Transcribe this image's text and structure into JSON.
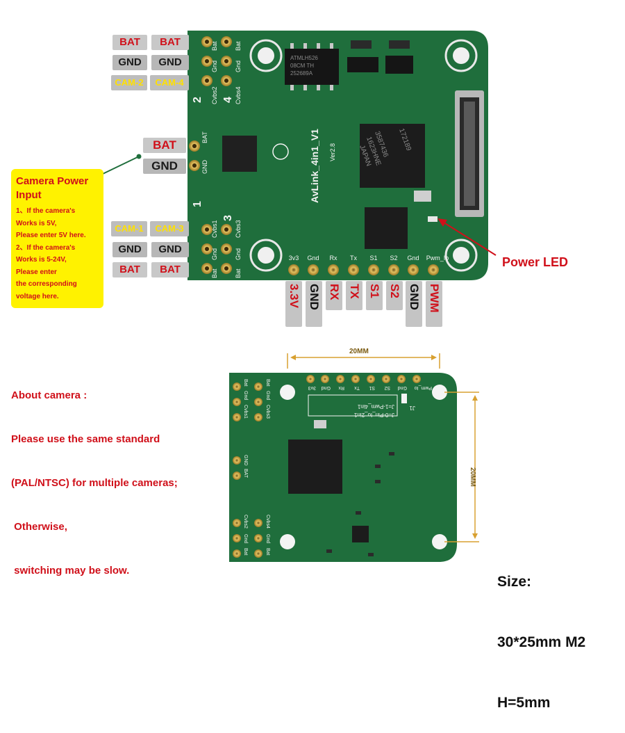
{
  "top_board": {
    "silk_chip_text": [
      "ATMLH526",
      "08CM TH",
      "252689A"
    ],
    "board_title": "AvLink_4in1_V1",
    "board_version": "Ver2.8",
    "mcu_text": [
      "3587436",
      "1623HNE",
      "JAPAN",
      "172189"
    ],
    "pad_labels_bottom": [
      "3v3",
      "Gnd",
      "Rx",
      "Tx",
      "S1",
      "S2",
      "Gnd",
      "Pwm_Io"
    ],
    "pad_labels_left_top": [
      "Cvbs2",
      "Gnd",
      "Bat",
      "Cvbs4",
      "Gnd",
      "Bat"
    ],
    "pad_labels_left_bottom": [
      "Cvbs1",
      "Gnd",
      "Bat",
      "Cvbs3",
      "Gnd",
      "Bat"
    ],
    "pad_numbers": [
      "2",
      "4",
      "1",
      "3"
    ]
  },
  "left_top_tags": {
    "bat_1": "BAT",
    "bat_2": "BAT",
    "gnd_1": "GND",
    "gnd_2": "GND",
    "cam_a": "CAM-2",
    "cam_b": "CAM-4"
  },
  "left_mid_tags": {
    "bat": "BAT",
    "gnd": "GND"
  },
  "left_bottom_tags": {
    "cam_a": "CAM-1",
    "cam_b": "CAM-3",
    "gnd_1": "GND",
    "gnd_2": "GND",
    "bat_1": "BAT",
    "bat_2": "BAT"
  },
  "bottom_tags": [
    "3.3V",
    "GND",
    "RX",
    "TX",
    "S1",
    "S2",
    "GND",
    "PWM"
  ],
  "callout": {
    "title": "Camera Power Input",
    "lines": [
      "1、If the camera's",
      "Works is 5V,",
      "Please enter 5V here.",
      "2、If the camera's",
      "Works is 5-24V,",
      "Please enter",
      "the corresponding",
      "voltage here."
    ]
  },
  "power_led_label": "Power LED",
  "about_camera": {
    "lines": [
      "About camera :",
      "Please use the same standard",
      "(PAL/NTSC) for multiple cameras;",
      " Otherwise,",
      " switching may be slow."
    ]
  },
  "back_board": {
    "silk_top": [
      "3v3",
      "Gnd",
      "Rx",
      "Tx",
      "S1",
      "S2",
      "Gnd",
      "Pwm_Io"
    ],
    "jumper_text": [
      "J=1-Pwm_4in1",
      "J=0-Pin_Io_2in1"
    ],
    "jumper_label": "J1",
    "side_labels": [
      "Bat",
      "Gnd",
      "Cvbs1",
      "Bat",
      "Gnd",
      "Cvbs3",
      "GND",
      "BAT",
      "Cvbs2",
      "Gnd",
      "Bat",
      "Cvbs4",
      "Gnd",
      "Bat"
    ]
  },
  "dimensions": {
    "width": "20MM",
    "height": "20MM"
  },
  "size_info": {
    "lines": [
      "Size:",
      "30*25mm M2",
      "H=5mm"
    ]
  },
  "colors": {
    "pcb": "#1f6e3c",
    "pcb_dark": "#165a30",
    "label_red": "#d0101a",
    "callout_yellow": "#fff200",
    "gold": "#c9a23a"
  }
}
